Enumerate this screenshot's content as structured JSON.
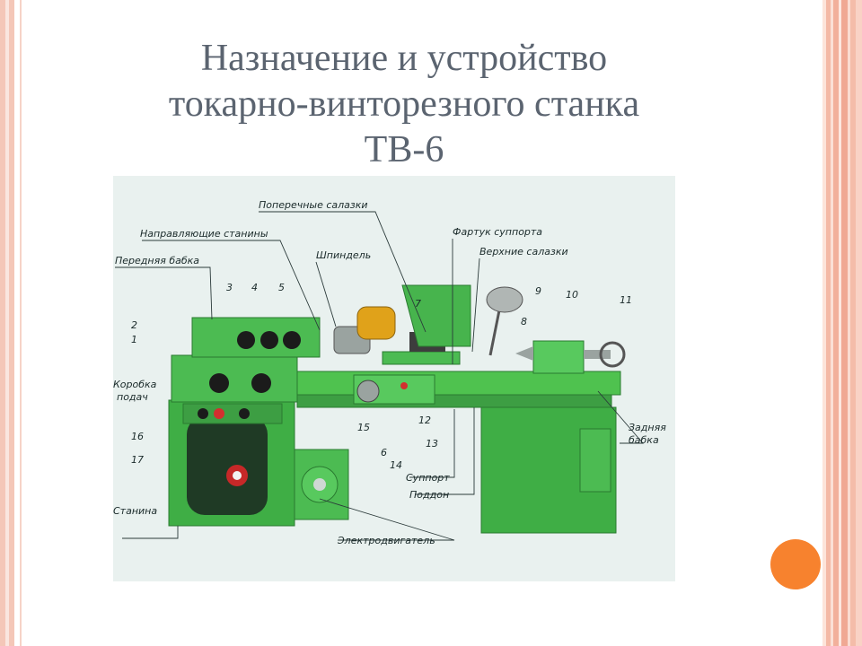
{
  "title": {
    "line1": "Назначение  и устройство",
    "line2": "токарно-винторезного станка",
    "line3": "ТВ-6"
  },
  "colors": {
    "background": "#ffffff",
    "title_text": "#5b6470",
    "accent_dot": "#f7822e",
    "border": "#f4c7b8",
    "machine_green": "#4fc24f",
    "diagram_bg": "#e9f1ef"
  },
  "diagram": {
    "labels": {
      "poperechnye_salazki": "Поперечные салазки",
      "fartuk_supporta": "Фартук суппорта",
      "napravlyayushchie": "Направляющие станины",
      "verkhnie_salazki": "Верхние салазки",
      "shpindel": "Шпиндель",
      "perednyaya_babka": "Передняя бабка",
      "korobka": "Коробка",
      "podach": "подач",
      "zadnyaya": "Задняя",
      "babka": "бабка",
      "support": "Суппорт",
      "poddon": "Поддон",
      "stanina": "Станина",
      "elektrodvigatel": "Электродвигатель"
    },
    "numbers": [
      "1",
      "2",
      "3",
      "4",
      "5",
      "6",
      "7",
      "8",
      "9",
      "10",
      "11",
      "12",
      "13",
      "14",
      "15",
      "16",
      "17"
    ]
  }
}
